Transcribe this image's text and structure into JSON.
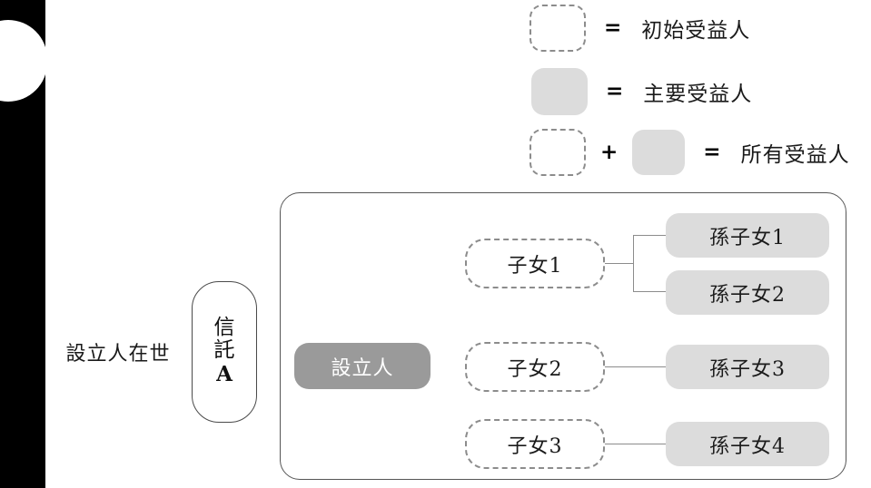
{
  "legend": {
    "rows": [
      {
        "swatch": "dashed-rounded-box",
        "operator": "=",
        "label": "初始受益人"
      },
      {
        "swatch": "solid-gray-box",
        "operator": "=",
        "label": "主要受益人"
      },
      {
        "swatch_a": "dashed-rounded-box",
        "operator_1": "+",
        "swatch_b": "solid-gray-box",
        "operator_2": "=",
        "label": "所有受益人"
      }
    ]
  },
  "side": {
    "caption": "設立人在世",
    "trust": {
      "name": "信託",
      "designator": "A"
    }
  },
  "diagram": {
    "settlor": "設立人",
    "children": [
      {
        "label": "子女1"
      },
      {
        "label": "子女2"
      },
      {
        "label": "子女3"
      }
    ],
    "grandchildren": [
      {
        "label": "孫子女1"
      },
      {
        "label": "孫子女2"
      },
      {
        "label": "孫子女3"
      },
      {
        "label": "孫子女4"
      }
    ]
  },
  "colors": {
    "primary_beneficiary_fill": "#dcdcdc",
    "settlor_fill": "#9a9a9a",
    "dashed_border": "#8c8c8c",
    "container_border": "#555555",
    "text": "#1a1a1a"
  }
}
